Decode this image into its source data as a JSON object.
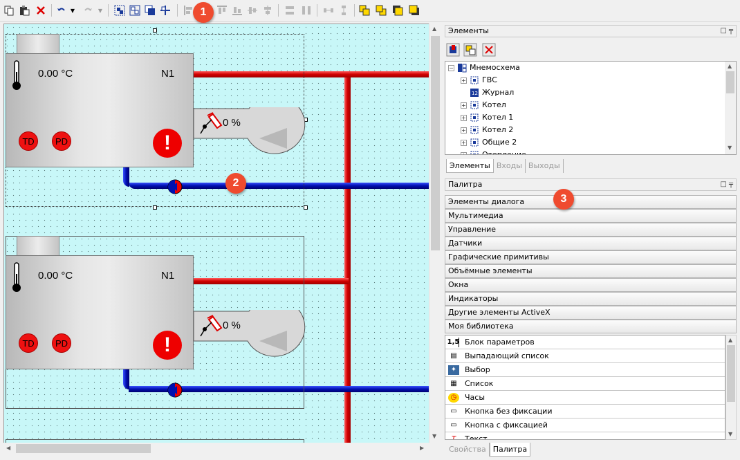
{
  "toolbar": {
    "buttons": [
      "copy-icon",
      "paste-icon",
      "delete-icon",
      "undo-icon",
      "undo-dropdown-icon",
      "redo-icon",
      "redo-dropdown-icon",
      "group-icon",
      "ungroup-icon",
      "bring-front-icon",
      "send-back-icon",
      "align-left-icon",
      "align-top-icon",
      "align-bottom-icon",
      "align-center-h-icon",
      "align-center-v-icon",
      "same-size-icon",
      "space-evenly-icon",
      "distribute-h-icon",
      "distribute-v-icon",
      "layer-1-icon",
      "layer-2-icon",
      "layer-3-icon",
      "layer-4-icon"
    ],
    "badge": "1"
  },
  "canvas": {
    "badge": "2",
    "units": [
      {
        "temperature": "0.00 °C",
        "name": "N1",
        "td": "TD",
        "pd": "PD",
        "alarm": "!",
        "fan_percent": "0 %"
      },
      {
        "temperature": "0.00 °C",
        "name": "N1",
        "td": "TD",
        "pd": "PD",
        "alarm": "!",
        "fan_percent": "0 %"
      }
    ]
  },
  "elements_panel": {
    "title": "Элементы",
    "pin": "□ ╤",
    "tree": {
      "root": "Мнемосхема",
      "items": [
        "ГВС",
        "Журнал",
        "Котел",
        "Котел 1",
        "Котел 2",
        "Общие 2",
        "Отопление"
      ]
    },
    "tabs": [
      "Элементы",
      "Входы",
      "Выходы"
    ]
  },
  "palette_panel": {
    "title": "Палитра",
    "pin": "□ ╤",
    "badge": "3",
    "groups": [
      "Элементы диалога",
      "Мультимедиа",
      "Управление",
      "Датчики",
      "Графические примитивы",
      "Объёмные элементы",
      "Окна",
      "Индикаторы",
      "Другие элементы ActiveX",
      "Моя библиотека"
    ],
    "items": [
      {
        "icon": "1,5",
        "label": "Блок параметров"
      },
      {
        "icon": "▤",
        "label": "Выпадающий список"
      },
      {
        "icon": "✦",
        "label": "Выбор"
      },
      {
        "icon": "▦",
        "label": "Список"
      },
      {
        "icon": "◷",
        "label": "Часы"
      },
      {
        "icon": "▭",
        "label": "Кнопка без фиксации"
      },
      {
        "icon": "▭",
        "label": "Кнопка с фиксацией"
      },
      {
        "icon": "T",
        "label": "Текст"
      }
    ]
  },
  "bottom_tabs": [
    "Свойства",
    "Палитра"
  ],
  "colors": {
    "canvas_bg": "#c8f7f8",
    "pipe_hot": "#d00000",
    "pipe_cold": "#0010b0",
    "badge": "#ef4b2f"
  }
}
